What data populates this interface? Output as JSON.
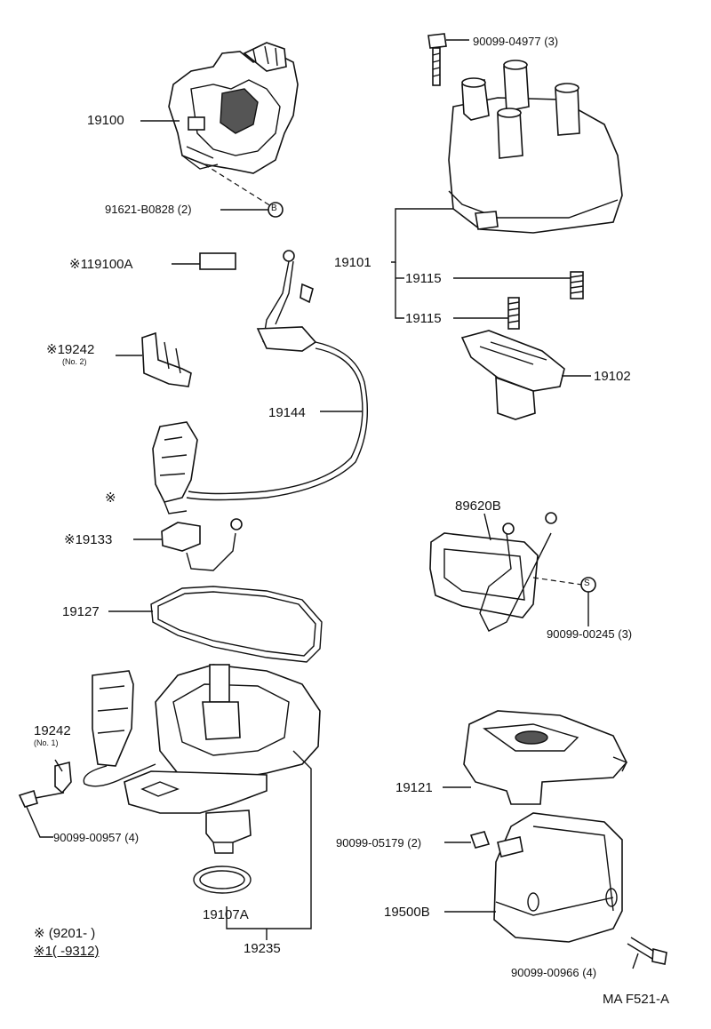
{
  "labels": {
    "p19100": "19100",
    "p91621": "91621-B0828 (2)",
    "b_mark": "B",
    "p19100a": "※119100A",
    "p19242_2": "※19242",
    "no2": "(No. 2)",
    "p19144": "19144",
    "mark_only": "※",
    "p19133": "※19133",
    "p19127": "19127",
    "p19242_1": "19242",
    "no1": "(No. 1)",
    "p00957": "90099-00957 (4)",
    "p04977": "90099-04977 (3)",
    "p19101": "19101",
    "p19115a": "19115",
    "p19115b": "19115",
    "p19102": "19102",
    "p89620b": "89620B",
    "s_mark": "S",
    "p00245": "90099-00245 (3)",
    "p19121": "19121",
    "p05179": "90099-05179 (2)",
    "p19500b": "19500B",
    "p00966": "90099-00966 (4)",
    "p19107a": "19107A",
    "p19235": "19235",
    "legend1": "※ (9201-          )",
    "legend2": "※1(          -9312)",
    "code": "MA F521-A"
  }
}
